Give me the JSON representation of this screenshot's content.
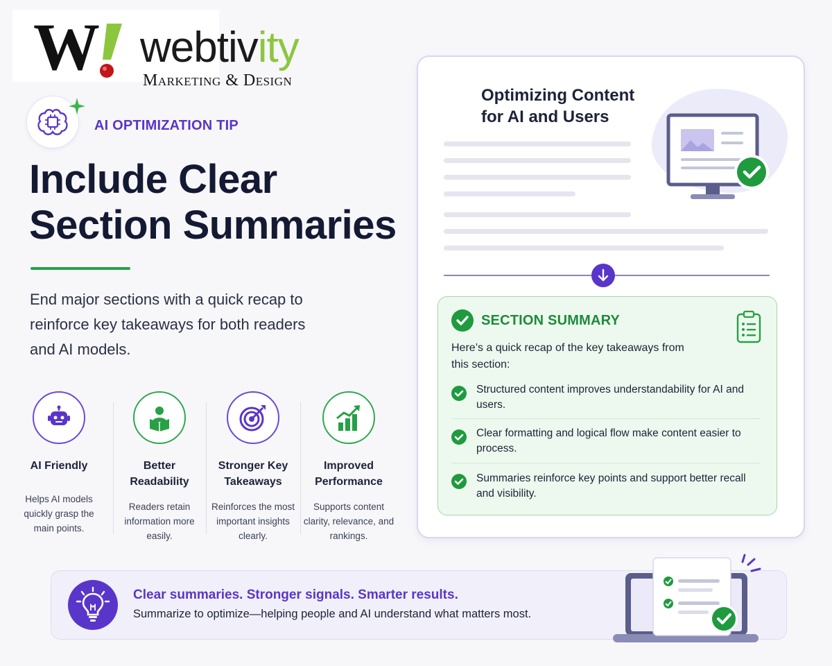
{
  "logo": {
    "mark_letter": "W",
    "word_main": "webtiv",
    "word_accent": "ity",
    "subtitle": "Marketing & Design"
  },
  "tip": {
    "label": "AI OPTIMIZATION TIP",
    "icon": "brain-chip-icon"
  },
  "headline": {
    "line1": "Include Clear",
    "line2": "Section Summaries"
  },
  "intro": "End major sections with a quick recap to reinforce key takeaways for both readers and AI models.",
  "features": [
    {
      "icon": "robot-icon",
      "title": "AI Friendly",
      "desc": "Helps AI models quickly grasp the main points."
    },
    {
      "icon": "reader-icon",
      "title": "Better Readability",
      "desc": "Readers retain information more easily."
    },
    {
      "icon": "target-icon",
      "title": "Stronger Key Takeaways",
      "desc": "Reinforces the most important insights clearly."
    },
    {
      "icon": "growth-chart-icon",
      "title": "Improved Performance",
      "desc": "Supports content clarity, relevance, and rankings."
    }
  ],
  "card": {
    "title_line1": "Optimizing Content",
    "title_line2": "for AI and Users"
  },
  "summary": {
    "title": "SECTION SUMMARY",
    "intro": "Here’s a quick recap of the key takeaways from this section:",
    "items": [
      "Structured content improves understandability for AI and users.",
      "Clear formatting and logical flow make content easier to process.",
      "Summaries reinforce key points and support better recall and visibility."
    ]
  },
  "banner": {
    "title": "Clear summaries. Stronger signals. Smarter results.",
    "subtitle": "Summarize to optimize—helping people and AI understand what matters most."
  },
  "colors": {
    "purple": "#5a35c9",
    "green": "#27a046",
    "navy": "#141a33",
    "logo_green": "#8cc63f",
    "logo_red": "#c4141b"
  }
}
